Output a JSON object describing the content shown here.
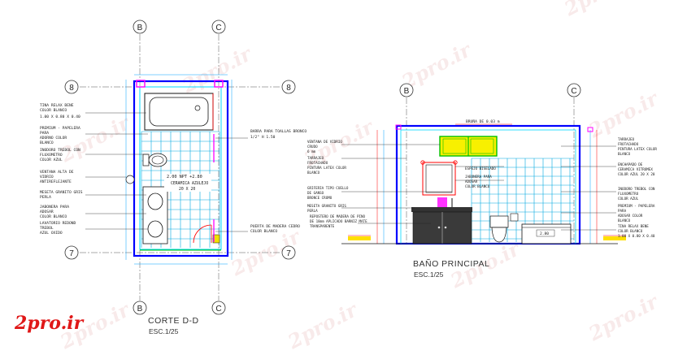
{
  "plan_left": {
    "title": "CORTE D-D",
    "scale": "ESC.1/25",
    "grid_top": [
      "B",
      "C"
    ],
    "grid_bottom": [
      "B",
      "C"
    ],
    "grid_rows": [
      "8",
      "7"
    ],
    "callout_text": "2.00 NPT +2.80",
    "callout_sub": "CERAMICA AZULEJO",
    "callout_dim": "20 X 20",
    "labels_left": [
      "TINA RELAX BENE",
      "COLOR BLANCO",
      "1.00 X 0.80 X 0.40",
      "PREMIUM - PAPELERA",
      "PARA",
      "ADORNO COLOR",
      "BLANCO",
      "INODORO TREBOL CON",
      "FLUXOMETRO",
      "COLOR AZUL",
      "VENTANA ALTA DE",
      "VIDRIO",
      "ANTIREFLEJANTE",
      "MESETA GRANITO GRIS",
      "PERLA",
      "JABONERA PARA",
      "ADOSAR",
      "COLOR BLANCO",
      "LAVATORIO REDOND",
      "TREBOL",
      "AZUL OXIDO"
    ],
    "labels_right": [
      "BARRA PARA TOALLAS BRONCO",
      "1/2\" H 1.50",
      "PUERTA DE MADERA CEDRO",
      "COLOR BLANCO"
    ]
  },
  "plan_right": {
    "title": "BAÑO PRINCIPAL",
    "scale": "ESC.1/25",
    "grid_top": [
      "B",
      "C"
    ],
    "top_dim": "BRUÑA DE 0.03 m",
    "labels_left": [
      "VENTANA DE VIDRIO",
      "CRUDO",
      "6 mm",
      "TARRAJEO",
      "FROTACHADO",
      "PINTURA LATEX COLOR",
      "BLANCO",
      "GRIFERIA TIPO CUELLO",
      "DE GANSO",
      "BRONCE CROMO",
      "MESETA GRANITO GRIS",
      "PERLA",
      "REPOSTERO DE MADERA DE PINO",
      "DE 18mm APLICADO BARNIZ MATE",
      "TRANSPARENTE"
    ],
    "labels_center": [
      "ESPEJO BISELADO",
      "JABONERA PARA",
      "ADOSAR",
      "COLOR BLANCO"
    ],
    "labels_right": [
      "TARRAJEO",
      "FROTACHADO",
      "PINTURA LATEX COLOR",
      "BLANCO",
      "ENCHAPADO DE",
      "CERAMICA VITROMEX",
      "COLOR AZUL 20 X 20",
      "INODORO TREBOL CON",
      "FLUXOMETRO",
      "COLOR AZUL",
      "PREMIUM - PAPELERA",
      "PARA",
      "ADOSAR COLOR",
      "BLANCO",
      "TINA RELAX BENE",
      "COLOR BLANCO",
      "1.00 X 0.80 X 0.40"
    ],
    "tub_dim": "2.80"
  },
  "watermark": {
    "logo": "2pro.ir",
    "text": "2pro.ir"
  },
  "colors": {
    "wall": "#0000ff",
    "cyan": "#00d8ff",
    "magenta": "#ff00ff",
    "red": "#ff0000",
    "yellow": "#ffe000",
    "green": "#00c000",
    "window_fill": "#f8f000"
  }
}
